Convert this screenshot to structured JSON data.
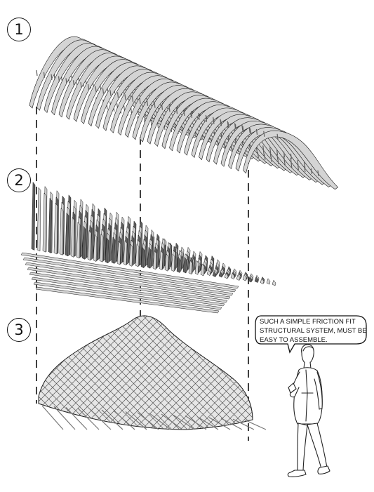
{
  "steps": [
    {
      "label": "1"
    },
    {
      "label": "2"
    },
    {
      "label": "3"
    }
  ],
  "speech_bubble": {
    "lines": [
      "SUCH A SIMPLE FRICTION FIT",
      "STRUCTURAL SYSTEM, MUST BE",
      "EASY TO ASSEMBLE."
    ]
  },
  "colors": {
    "fin_fill": "#d4d4d4",
    "fin_dark": "#5e5e5e",
    "line": "#1a1a1a"
  }
}
